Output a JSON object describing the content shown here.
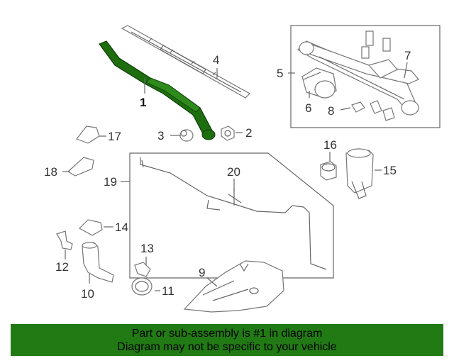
{
  "diagram": {
    "callouts": {
      "c1": "1",
      "c2": "2",
      "c3": "3",
      "c4": "4",
      "c5": "5",
      "c6": "6",
      "c7": "7",
      "c8": "8",
      "c9": "9",
      "c10": "10",
      "c11": "11",
      "c12": "12",
      "c13": "13",
      "c14": "14",
      "c15": "15",
      "c16": "16",
      "c17": "17",
      "c18": "18",
      "c19": "19",
      "c20": "20"
    },
    "colors": {
      "highlight": "#1e6e0f",
      "banner": "#217a14",
      "line": "#666666"
    }
  },
  "banner": {
    "line1": "Part or sub-assembly is #1 in diagram",
    "line2": "Diagram may not be specific to your vehicle"
  }
}
